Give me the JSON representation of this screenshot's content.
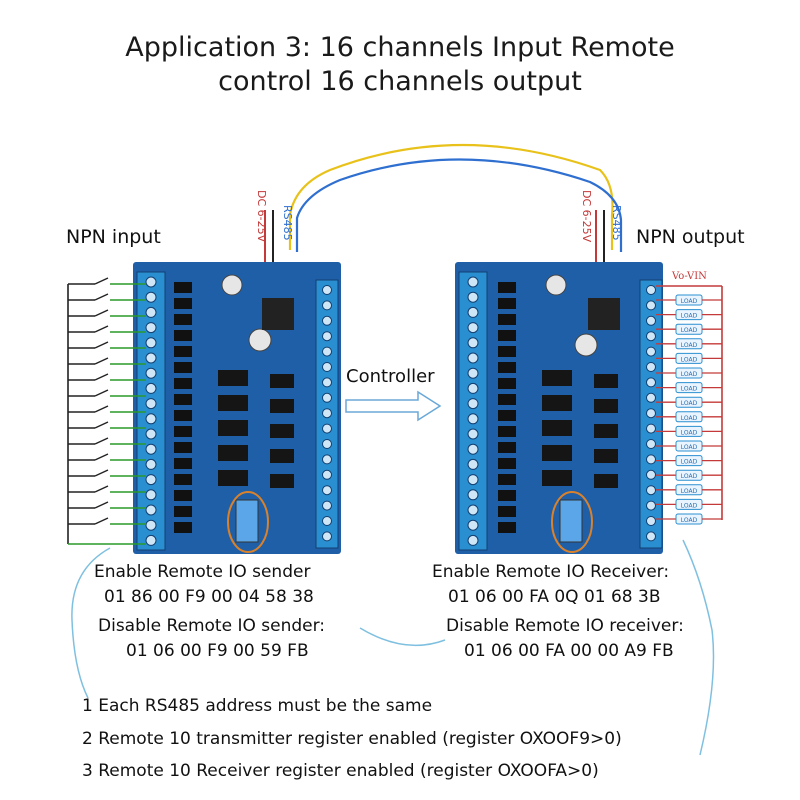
{
  "title": {
    "line1": "Application 3:   16 channels Input Remote",
    "line2": "control 16 channels output"
  },
  "left_label": "NPN input",
  "right_label": "NPN output",
  "controller_label": "Controller",
  "board_left": {
    "dc_label": "DC 6-25V",
    "rs485_label": "RS485"
  },
  "board_right": {
    "dc_label": "DC 6-25V",
    "rs485_label": "RS485",
    "vo_label": "Vo-VIN",
    "load_label": "LOAD"
  },
  "sender": {
    "enable_title": "Enable Remote IO sender",
    "enable_code": "01 86 00 F9 00 04 58 38",
    "disable_title": "Disable Remote IO sender:",
    "disable_code": "01 06 00 F9 00 59 FB"
  },
  "receiver": {
    "enable_title": "Enable Remote IO Receiver:",
    "enable_code": "01 06 00 FA 0Q 01 68 3B",
    "disable_title": "Disable Remote IO receiver:",
    "disable_code": "01 06 00 FA 00 00 A9 FB"
  },
  "notes": [
    "1 Each RS485 address must be the same",
    "2 Remote 10 transmitter register enabled (register OXOOF9>0)",
    "3 Remote 10 Receiver register enabled (register OXOOFA>0)"
  ],
  "colors": {
    "board": "#1f5fa8",
    "terminal": "#2a8fd0",
    "switch_wire": "#2a9a2a",
    "load_wire": "#c43a3a",
    "rs485_a": "#e8c21a",
    "rs485_b": "#2f6fd0"
  }
}
